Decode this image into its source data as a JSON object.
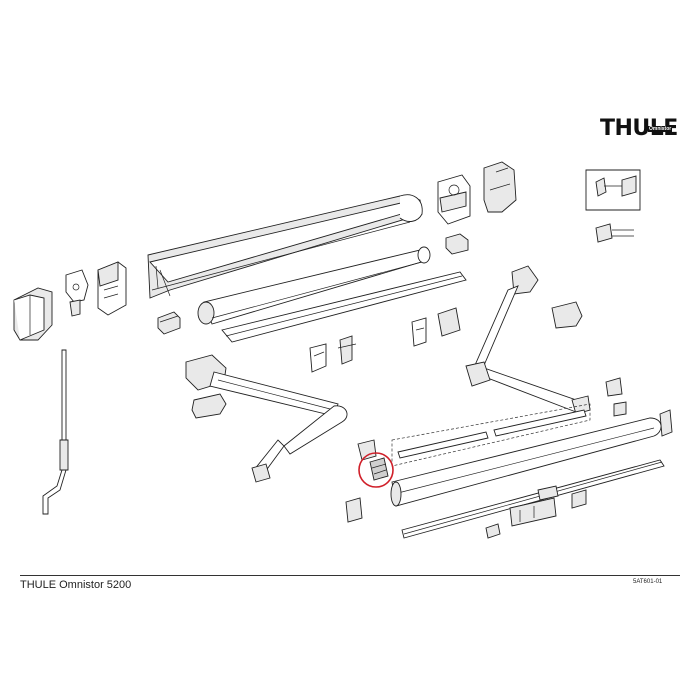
{
  "logo": {
    "text": "THULE",
    "sub": "Omnistor"
  },
  "footer": {
    "title": "THULE Omnistor 5200",
    "code": "5AT601-01"
  },
  "highlight": {
    "color": "#d0202a"
  },
  "colors": {
    "line": "#222222",
    "fill": "#ffffff",
    "shade": "#e9e9e9"
  }
}
